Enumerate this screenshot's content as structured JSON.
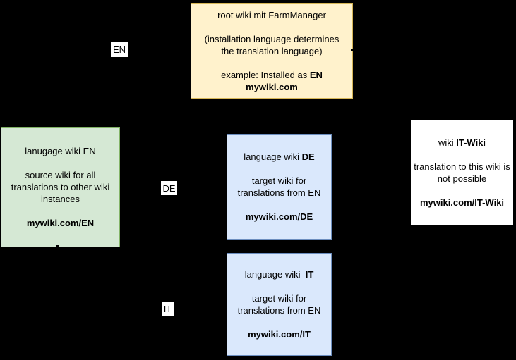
{
  "canvas": {
    "background_color": "#000000",
    "text_color": "#000000"
  },
  "nodes": {
    "root": {
      "title": "root wiki mit FarmManager",
      "body_line1": "(installation language determines",
      "body_line2": "the translation language)",
      "example_prefix": "example: Installed as ",
      "example_bold": "EN",
      "url": "mywiki.com",
      "fill_color": "#FFF2CC",
      "border_color": "#D6B656"
    },
    "en": {
      "title": "lanugage wiki EN",
      "body_line1": "source wiki for all",
      "body_line2": "translations to other wiki",
      "body_line3": "instances",
      "url": "mywiki.com/EN",
      "fill_color": "#D5E8D4",
      "border_color": "#82B366"
    },
    "de": {
      "title_prefix": "language wiki ",
      "title_bold": "DE",
      "body_line1": "target wiki for",
      "body_line2": "translations from EN",
      "url": "mywiki.com/DE",
      "fill_color": "#DAE8FC",
      "border_color": "#6C8EBF"
    },
    "it": {
      "title_prefix": "language wiki  ",
      "title_bold": "IT",
      "body_line1": "target wiki for",
      "body_line2": "translations from EN",
      "url": "mywiki.com/IT",
      "fill_color": "#DAE8FC",
      "border_color": "#6C8EBF"
    },
    "itwiki": {
      "title_prefix": "wiki ",
      "title_bold": "IT-Wiki",
      "body_line1": "translation to this wiki is",
      "body_line2": "not possible",
      "url": "mywiki.com/IT-Wiki",
      "fill_color": "#FFFFFF",
      "border_color": "#000000"
    }
  },
  "edge_labels": {
    "en": "EN",
    "de": "DE",
    "it": "IT"
  }
}
